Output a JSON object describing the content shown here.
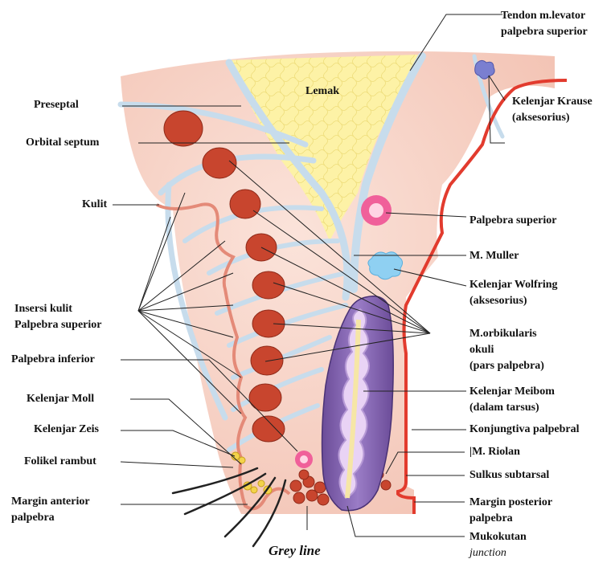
{
  "labels": {
    "tendon": [
      "Tendon m.levator",
      "palpebra superior"
    ],
    "lemak": "Lemak",
    "preseptal": "Preseptal",
    "orbital_septum": "Orbital septum",
    "kelenjar_krause": [
      "Kelenjar Krause",
      "(aksesorius)"
    ],
    "kulit": "Kulit",
    "palpebra_superior": "Palpebra superior",
    "m_muller": "M. Muller",
    "kelenjar_wolfring": [
      "Kelenjar Wolfring",
      "(aksesorius)"
    ],
    "insersi_kulit": [
      "Insersi kulit",
      "Palpebra superior"
    ],
    "m_orbikularis": [
      "M.orbikularis",
      "okuli",
      "(pars palpebra)"
    ],
    "palpebra_inferior": "Palpebra inferior",
    "kelenjar_meibom": [
      "Kelenjar Meibom",
      "(dalam tarsus)"
    ],
    "kelenjar_moll": "Kelenjar Moll",
    "konjungtiva": "Konjungtiva palpebral",
    "kelenjar_zeis": "Kelenjar Zeis",
    "m_riolan": "|M. Riolan",
    "folikel_rambut": "Folikel rambut",
    "sulkus_subtarsal": "Sulkus subtarsal",
    "margin_anterior": [
      "Margin anterior",
      "palpebra"
    ],
    "margin_posterior": [
      "Margin posterior",
      "palpebra"
    ],
    "mukokutan": [
      "Mukokutan",
      "junction"
    ],
    "grey_line": "Grey line"
  },
  "colors": {
    "skin": "#f6d3c6",
    "skin_deep": "#f0b8a8",
    "fat": "#fdf2a6",
    "septum": "#c7dcec",
    "muscle": "#c8452e",
    "conjunctiva": "#e23b2e",
    "tarsus": "#7b5ea8",
    "meibom": "#b79ad6",
    "gland_pink": "#f0609a",
    "wolfring": "#8fd0f2",
    "krause": "#7a7fd0",
    "leader": "#222222"
  }
}
